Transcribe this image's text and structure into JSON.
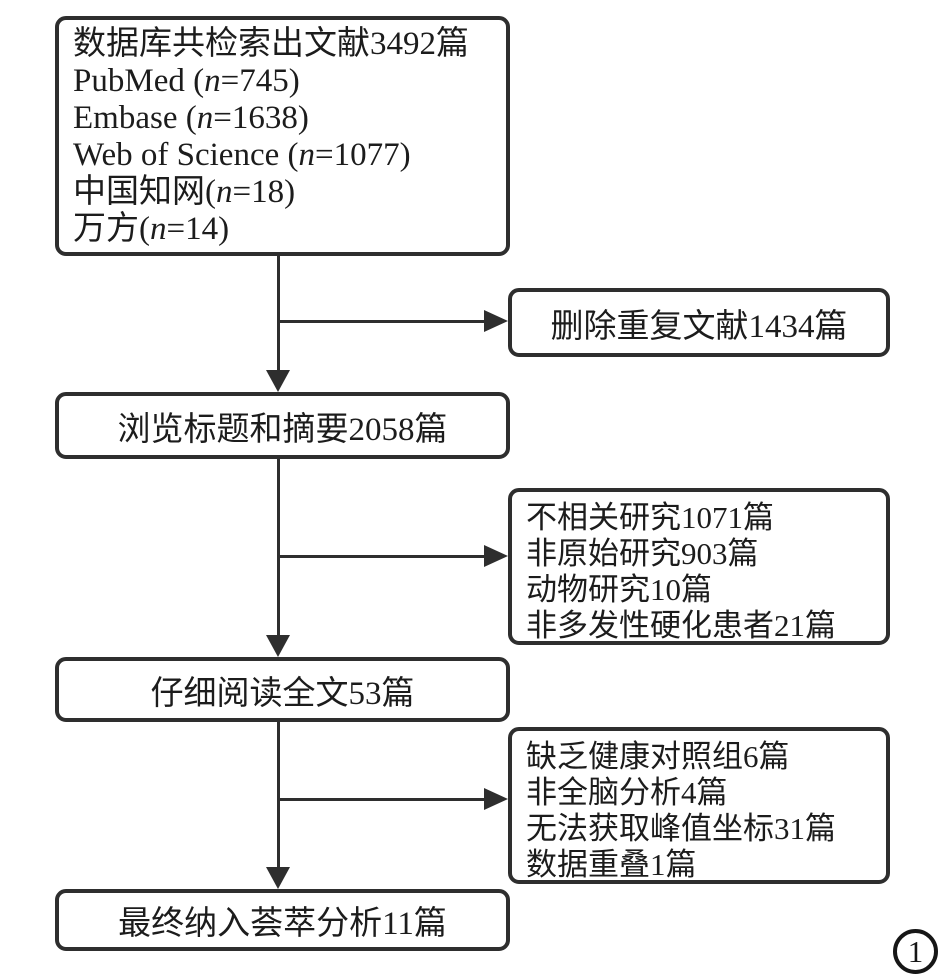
{
  "diagram": {
    "boxes": {
      "search": {
        "lines": [
          "数据库共检索出文献3492篇",
          "PubMed (n=745)",
          "Embase (n=1638)",
          "Web of Science (n=1077)",
          "中国知网(n=18)",
          "万方(n=14)"
        ]
      },
      "duplicates_removed": {
        "label": "删除重复文献1434篇"
      },
      "title_abstract_screened": {
        "label": "浏览标题和摘要2058篇"
      },
      "excluded_after_screening": {
        "lines": [
          "不相关研究1071篇",
          "非原始研究903篇",
          "动物研究10篇",
          "非多发性硬化患者21篇"
        ]
      },
      "fulltext_reviewed": {
        "label": "仔细阅读全文53篇"
      },
      "excluded_after_fulltext": {
        "lines": [
          "缺乏健康对照组6篇",
          "非全脑分析4篇",
          "无法获取峰值坐标31篇",
          "数据重叠1篇"
        ]
      },
      "included": {
        "label": "最终纳入荟萃分析11篇"
      }
    },
    "figure_number": "1",
    "colors": {
      "line": "#2e2e2e",
      "text": "#1c1c1c",
      "background": "#ffffff"
    }
  }
}
